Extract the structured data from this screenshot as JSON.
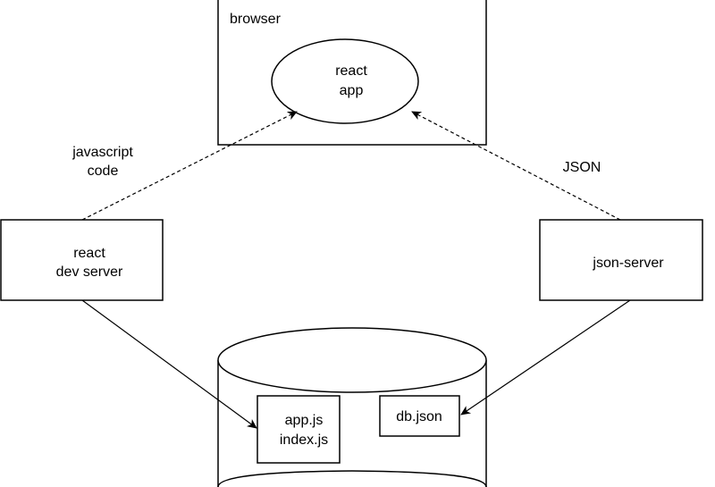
{
  "nodes": {
    "browser": {
      "label": "browser"
    },
    "react_app": {
      "line1": "react",
      "line2": "app"
    },
    "react_dev_server": {
      "line1": "react",
      "line2": "dev server"
    },
    "json_server": {
      "label": "json-server"
    },
    "storage": {
      "source_files": {
        "line1": "app.js",
        "line2": "index.js"
      },
      "db_file": {
        "label": "db.json"
      }
    }
  },
  "edges": {
    "dev_to_app": {
      "label_line1": "javascript",
      "label_line2": "code",
      "style": "dashed"
    },
    "json_to_app": {
      "label": "JSON",
      "style": "dashed"
    },
    "dev_to_files": {
      "style": "solid"
    },
    "json_to_db": {
      "style": "solid"
    }
  },
  "colors": {
    "stroke": "#000000",
    "background": "#ffffff",
    "text": "#000000"
  }
}
